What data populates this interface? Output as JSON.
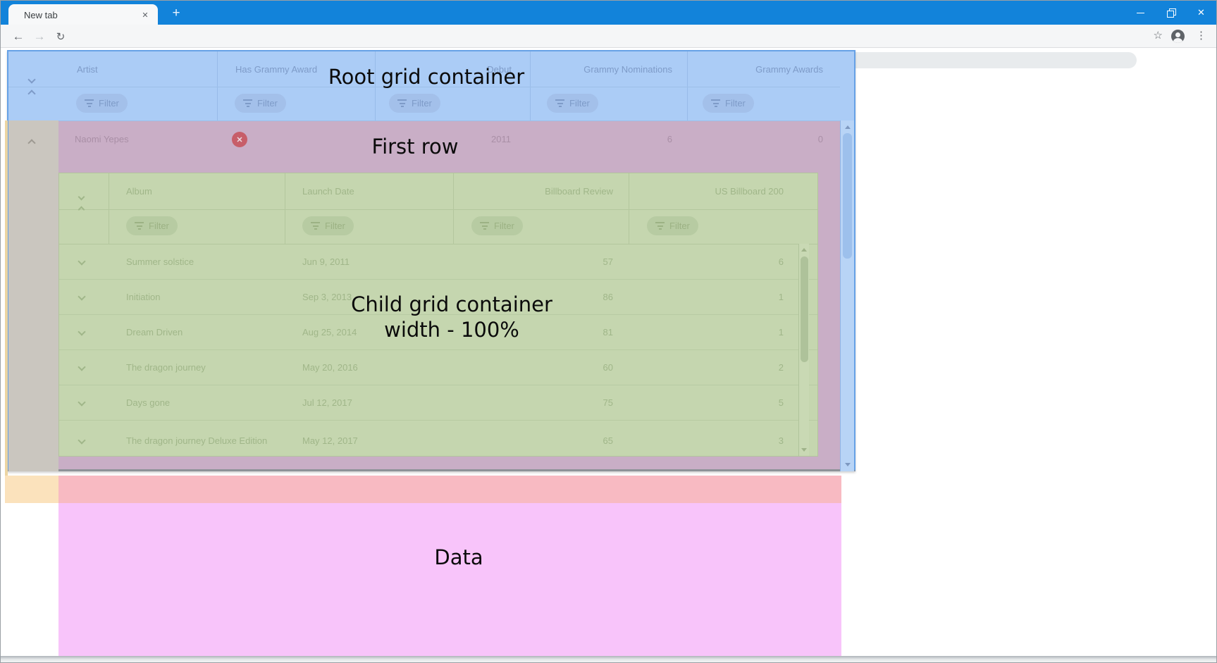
{
  "browser": {
    "tab_title": "New tab",
    "tab_close_icon": "✕",
    "new_tab_icon": "+",
    "back_icon": "←",
    "forward_icon": "→",
    "reload_icon": "↻",
    "address_value": "",
    "star_icon": "☆",
    "menu_icon": "⋮",
    "close_icon": "✕"
  },
  "annotations": {
    "root": "Root grid container",
    "first_row": "First row",
    "child_line1": "Child grid container",
    "child_line2": "width - 100%",
    "data": "Data"
  },
  "root_grid": {
    "filter_label": "Filter",
    "columns": [
      "Artist",
      "Has Grammy Award",
      "Debut",
      "Grammy Nominations",
      "Grammy Awards"
    ],
    "row": {
      "artist": "Naomi Yepes",
      "has_grammy_icon": "✕",
      "debut": "2011",
      "grammy_nominations": "6",
      "grammy_awards": "0"
    }
  },
  "child_grid": {
    "filter_label": "Filter",
    "columns": [
      "Album",
      "Launch Date",
      "Billboard Review",
      "US Billboard 200"
    ],
    "rows": [
      {
        "album": "Summer solstice",
        "launch_date": "Jun 9, 2011",
        "billboard_review": "57",
        "us_billboard_200": "6"
      },
      {
        "album": "Initiation",
        "launch_date": "Sep 3, 2013",
        "billboard_review": "86",
        "us_billboard_200": "1"
      },
      {
        "album": "Dream Driven",
        "launch_date": "Aug 25, 2014",
        "billboard_review": "81",
        "us_billboard_200": "1"
      },
      {
        "album": "The dragon journey",
        "launch_date": "May 20, 2016",
        "billboard_review": "60",
        "us_billboard_200": "2"
      },
      {
        "album": "Days gone",
        "launch_date": "Jul 12, 2017",
        "billboard_review": "75",
        "us_billboard_200": "5"
      },
      {
        "album": "The dragon journey Deluxe Edition",
        "launch_date": "May 12, 2017",
        "billboard_review": "65",
        "us_billboard_200": "3"
      }
    ]
  },
  "colors": {
    "titlebar_blue": "#1283da",
    "root_header_overlay": "#abccf6",
    "first_row_overlay": "#c9aec6",
    "child_grid_overlay": "#c5d6af",
    "expand_column_overlay": "#cac6bf",
    "orange_overlay": "#fbe2bc",
    "pink_band_overlay": "#f8bac2",
    "data_overlay": "#f8c4fa",
    "no_grammy_icon_red": "#c75e69"
  }
}
